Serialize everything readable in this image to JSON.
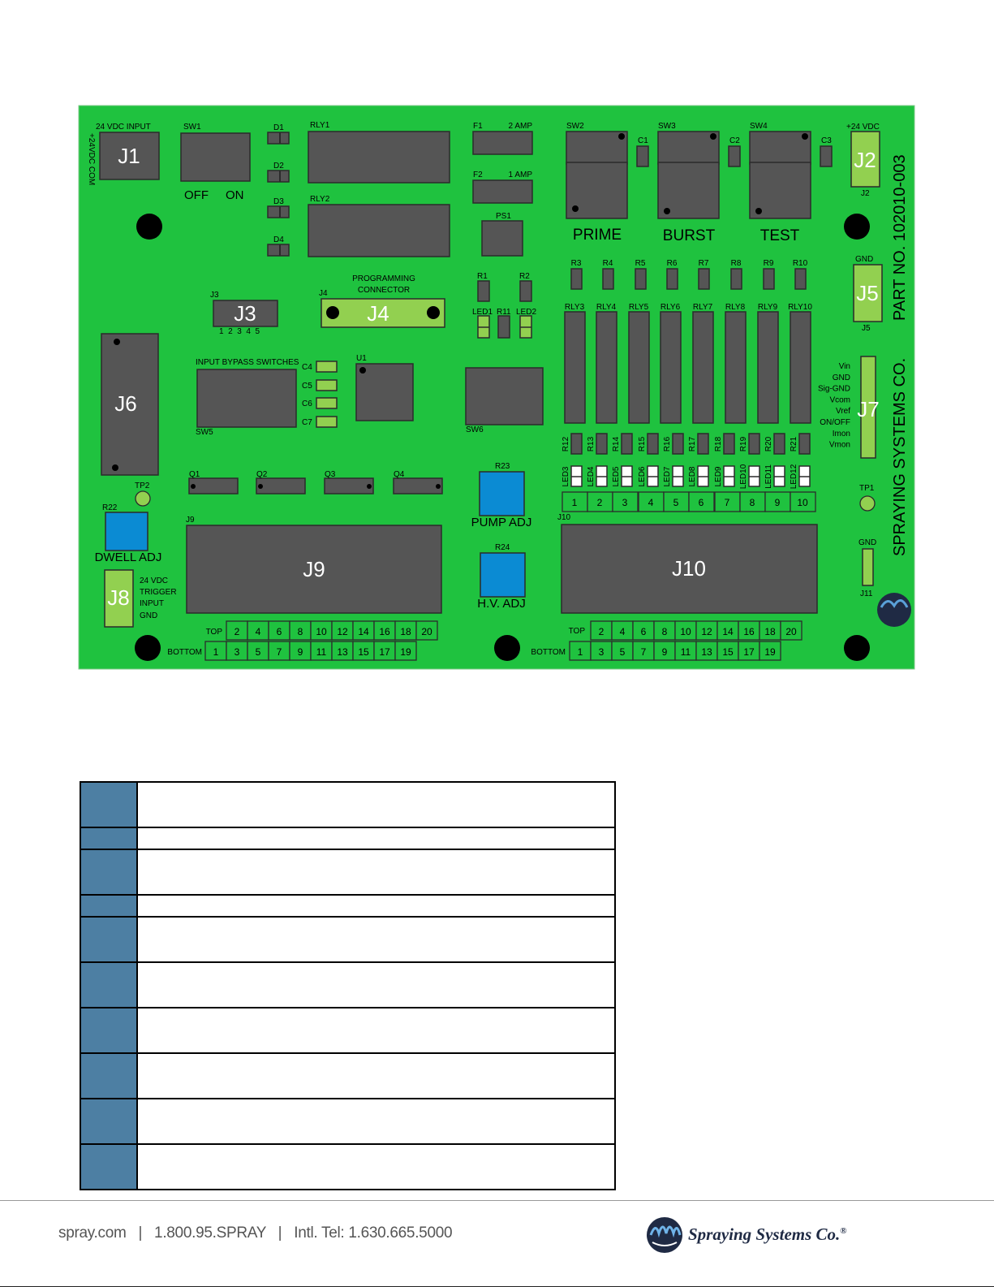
{
  "board": {
    "part_no": "PART NO. 102010-003",
    "brand_text": "SPRAYING SYSTEMS CO.",
    "colors": {
      "board": "#1fc23f",
      "component": "#555555",
      "connector": "#92d050",
      "pot": "#0b8bd3",
      "text": "#ffffff",
      "small_text": "#000000"
    },
    "J1": {
      "label": "J1",
      "title": "24 VDC INPUT",
      "side": "+24VDC COM"
    },
    "SW1": {
      "label": "SW1",
      "off": "OFF",
      "on": "ON"
    },
    "diodes": [
      "D1",
      "D2",
      "D3",
      "D4"
    ],
    "RLY1": "RLY1",
    "RLY2": "RLY2",
    "F1": {
      "label": "F1",
      "rating": "2 AMP"
    },
    "F2": {
      "label": "F2",
      "rating": "1 AMP"
    },
    "PS1": "PS1",
    "switches": [
      {
        "ref": "SW2",
        "name": "PRIME",
        "cap": "C1"
      },
      {
        "ref": "SW3",
        "name": "BURST",
        "cap": "C2"
      },
      {
        "ref": "SW4",
        "name": "TEST",
        "cap": "C3"
      }
    ],
    "J2": {
      "label": "J2",
      "title": "+24 VDC",
      "sub": "J2"
    },
    "J5": {
      "label": "J5",
      "title": "GND",
      "sub": "J5"
    },
    "top_resistors": [
      "R3",
      "R4",
      "R5",
      "R6",
      "R7",
      "R8",
      "R9",
      "R10"
    ],
    "relays": [
      "RLY3",
      "RLY4",
      "RLY5",
      "RLY6",
      "RLY7",
      "RLY8",
      "RLY9",
      "RLY10"
    ],
    "J3": {
      "label": "J3",
      "title": "J3",
      "pins": "1  2  3  4  5"
    },
    "J4": {
      "label": "J4",
      "title": "J4",
      "caption_line1": "PROGRAMMING",
      "caption_line2": "CONNECTOR"
    },
    "R1": "R1",
    "R2": "R2",
    "R11": "R11",
    "LED1": "LED1",
    "LED2": "LED2",
    "J6": {
      "label": "J6"
    },
    "SW5": {
      "title": "INPUT BYPASS SWITCHES",
      "sub": "SW5"
    },
    "caps": [
      "C4",
      "C5",
      "C6",
      "C7"
    ],
    "U1": "U1",
    "SW6": "SW6",
    "J7": {
      "label": "J7",
      "pins": [
        "Vin",
        "GND",
        "Sig-GND",
        "Vcom",
        "Vref",
        "ON/OFF",
        "Imon",
        "Vmon"
      ]
    },
    "bottom_resistors": [
      "R12",
      "R13",
      "R14",
      "R15",
      "R16",
      "R17",
      "R18",
      "R19",
      "R20",
      "R21"
    ],
    "leds": [
      "LED3",
      "LED4",
      "LED5",
      "LED6",
      "LED7",
      "LED8",
      "LED9",
      "LED10",
      "LED11",
      "LED12"
    ],
    "J10_top_numbers": [
      "1",
      "2",
      "3",
      "4",
      "5",
      "6",
      "7",
      "8",
      "9",
      "10"
    ],
    "transistors": [
      "Q1",
      "Q2",
      "Q3",
      "Q4"
    ],
    "TP2": "TP2",
    "TP1": "TP1",
    "R22": {
      "ref": "R22",
      "name": "DWELL ADJ"
    },
    "R23": {
      "ref": "R23",
      "name": "PUMP ADJ"
    },
    "R24": {
      "ref": "R24",
      "name": "H.V. ADJ"
    },
    "J8": {
      "label": "J8",
      "line1": "24 VDC",
      "line2": "TRIGGER",
      "line3": "INPUT",
      "line4": "GND"
    },
    "J9": {
      "label": "J9",
      "sub": "J9",
      "top_label": "TOP",
      "bottom_label": "BOTTOM"
    },
    "J10": {
      "label": "J10",
      "sub": "J10",
      "top_label": "TOP",
      "bottom_label": "BOTTOM"
    },
    "J11": {
      "title": "GND",
      "sub": "J11"
    },
    "terminal_top": [
      "2",
      "4",
      "6",
      "8",
      "10",
      "12",
      "14",
      "16",
      "18",
      "20"
    ],
    "terminal_bottom": [
      "1",
      "3",
      "5",
      "7",
      "9",
      "11",
      "13",
      "15",
      "17",
      "19"
    ]
  },
  "legend_rows": 10,
  "footer": {
    "website": "spray.com",
    "phone": "1.800.95.SPRAY",
    "intl": "Intl. Tel: 1.630.665.5000",
    "brand": "Spraying Systems Co.",
    "brand_mark": "®"
  }
}
